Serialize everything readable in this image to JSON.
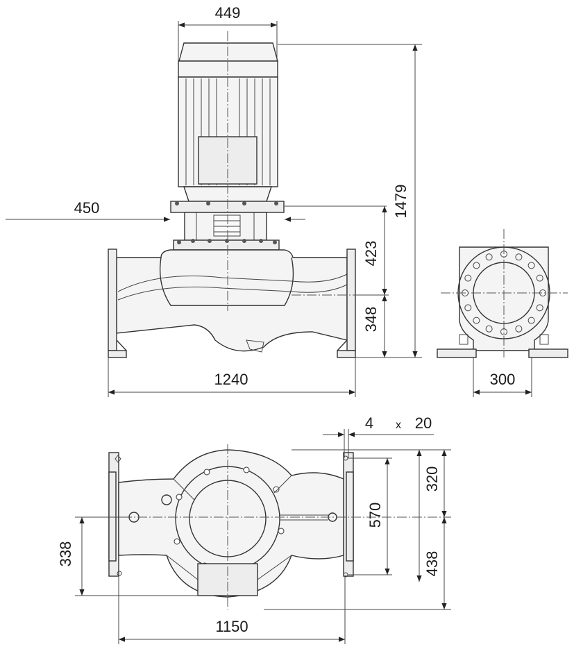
{
  "dimensions": {
    "motor_width": "449",
    "offset_450": "450",
    "total_height": "1479",
    "height_423": "423",
    "height_348": "348",
    "length_1240": "1240",
    "flange_300": "300",
    "bolt_4": "4",
    "times": "x",
    "bolt_20": "20",
    "dim_320": "320",
    "dim_570": "570",
    "dim_438": "438",
    "dim_338": "338",
    "length_1150": "1150"
  },
  "colors": {
    "line": "#333333",
    "fill": "#f4f4f4",
    "text": "#1a1a1a"
  }
}
